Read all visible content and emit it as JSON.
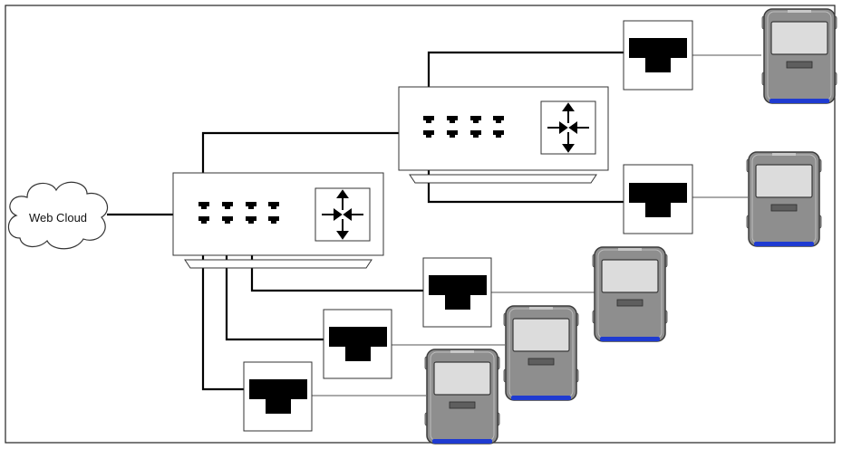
{
  "diagram": {
    "cloud": {
      "label": "Web Cloud",
      "icon": "cloud-icon"
    },
    "switches": [
      {
        "name": "main-switch",
        "port_icon": "rj45-port-icon",
        "symbol_icon": "switch-arrows-icon"
      },
      {
        "name": "secondary-switch",
        "port_icon": "rj45-port-icon",
        "symbol_icon": "switch-arrows-icon"
      }
    ],
    "jacks": [
      {
        "name": "wall-jack-1",
        "icon": "rj45-jack-icon"
      },
      {
        "name": "wall-jack-2",
        "icon": "rj45-jack-icon"
      },
      {
        "name": "wall-jack-3",
        "icon": "rj45-jack-icon"
      },
      {
        "name": "wall-jack-4",
        "icon": "rj45-jack-icon"
      },
      {
        "name": "wall-jack-5",
        "icon": "rj45-jack-icon"
      }
    ],
    "devices": [
      {
        "name": "device-1",
        "icon": "handheld-device-icon"
      },
      {
        "name": "device-2",
        "icon": "handheld-device-icon"
      },
      {
        "name": "device-3",
        "icon": "handheld-device-icon"
      },
      {
        "name": "device-4",
        "icon": "handheld-device-icon"
      },
      {
        "name": "device-5",
        "icon": "handheld-device-icon"
      }
    ],
    "colors": {
      "cable": "#000000",
      "thin_link": "#555555",
      "device_body": "#8e8e8e",
      "device_screen": "#dcdcdc",
      "device_base": "#1f3bd1"
    }
  }
}
